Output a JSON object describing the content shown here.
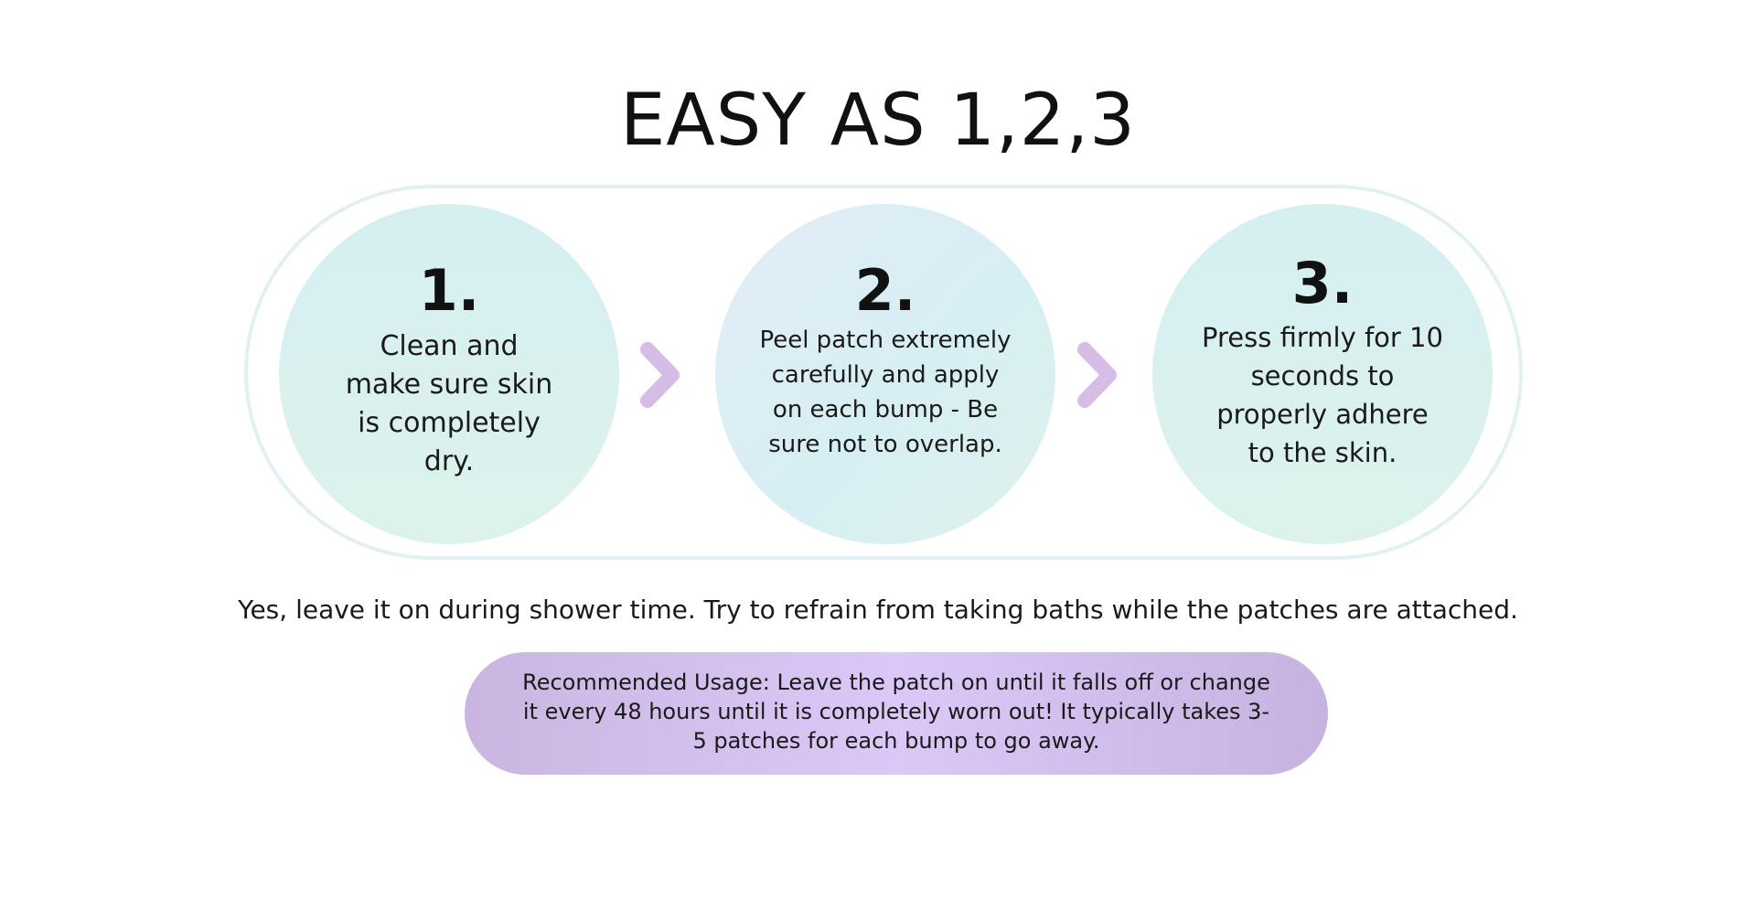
{
  "title": "EASY AS 1,2,3",
  "steps": [
    {
      "number": "1.",
      "text": "Clean and make sure skin is completely dry."
    },
    {
      "number": "2.",
      "text": "Peel patch extremely carefully and apply on each bump - Be sure not to overlap."
    },
    {
      "number": "3.",
      "text": "Press firmly for 10 seconds to properly adhere to the skin."
    }
  ],
  "note": "Yes, leave it on during shower time. Try to refrain from taking baths while the patches are attached.",
  "usage": "Recommended Usage: Leave the patch on until it falls off or change it every 48 hours until it is completely worn out! It typically takes 3-5 patches for each bump to go away.",
  "colors": {
    "chevron": "#d5bde6",
    "circle_mint": "#d9f1ee",
    "pill_lavender": "#d8c4f2"
  },
  "icons": {
    "arrow": "chevron-right-icon"
  }
}
